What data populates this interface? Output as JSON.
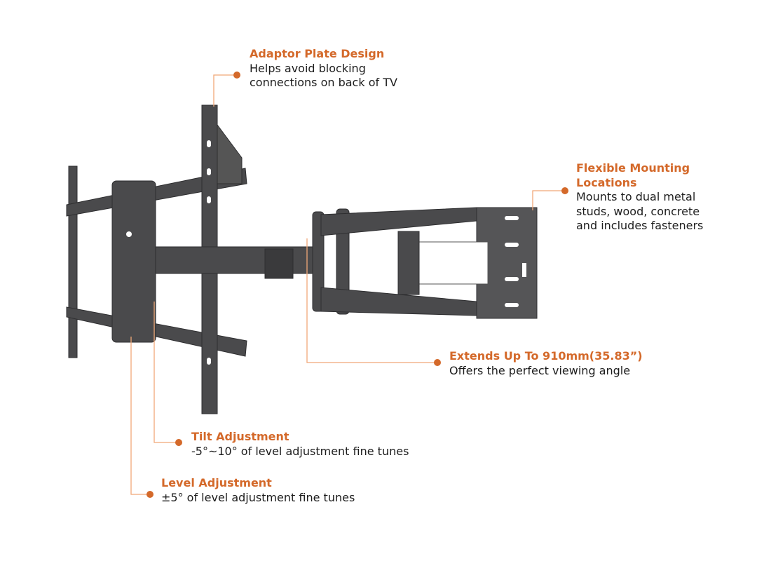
{
  "colors": {
    "accent": "#d4692a",
    "leader_line": "#f0a878",
    "mount": "#4a4a4c"
  },
  "callouts": {
    "adaptor": {
      "title": "Adaptor Plate Design",
      "line1": "Helps avoid blocking",
      "line2": "connections on back of TV"
    },
    "flexible": {
      "title1": "Flexible Mounting",
      "title2": "Locations",
      "line1": "Mounts to dual metal",
      "line2": "studs, wood, concrete",
      "line3": "and includes fasteners"
    },
    "extends": {
      "title": "Extends Up To 910mm(35.83”)",
      "line1": "Offers the perfect viewing angle"
    },
    "tilt": {
      "title": "Tilt Adjustment",
      "line1": "-5°~10° of level adjustment fine tunes"
    },
    "level": {
      "title": "Level Adjustment",
      "line1": "±5° of level adjustment fine tunes"
    }
  }
}
